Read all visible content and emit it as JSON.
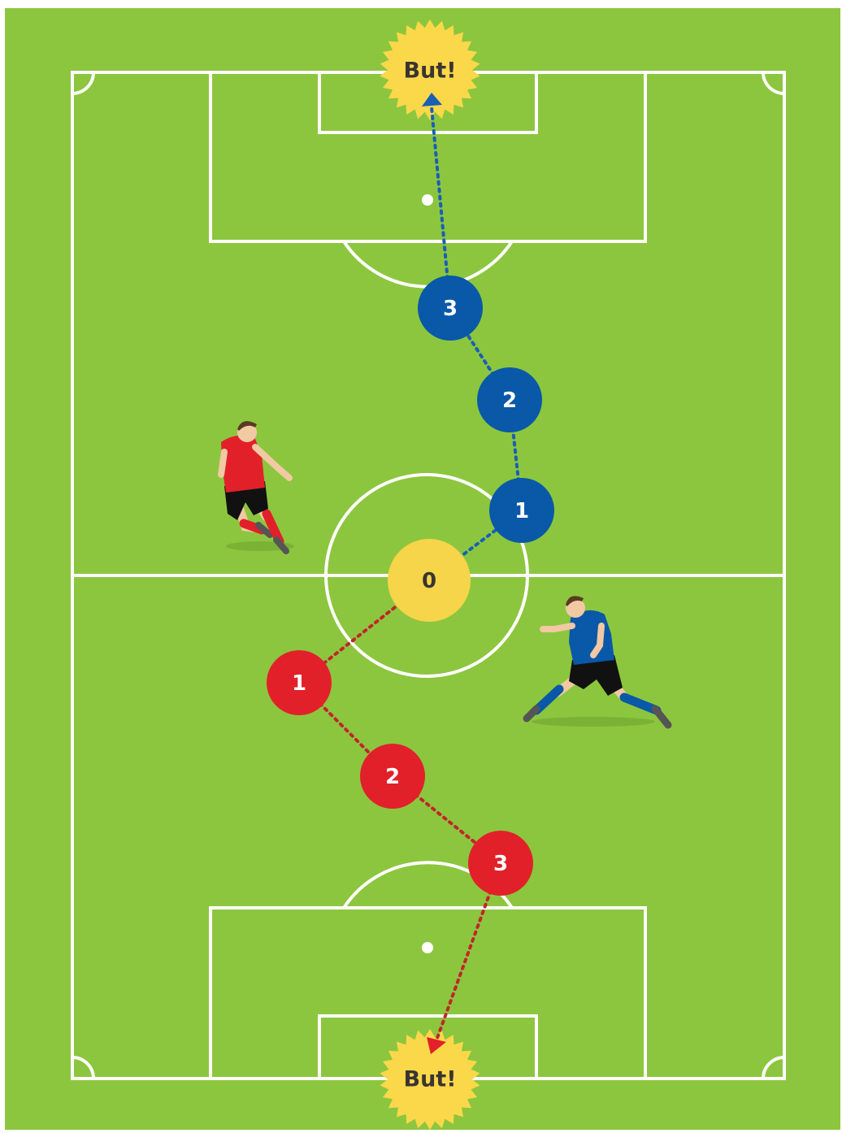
{
  "goal_top": {
    "label": "But!"
  },
  "goal_bottom": {
    "label": "But!"
  },
  "center_node": {
    "label": "0"
  },
  "blue_path": {
    "nodes": [
      {
        "label": "1"
      },
      {
        "label": "2"
      },
      {
        "label": "3"
      }
    ]
  },
  "red_path": {
    "nodes": [
      {
        "label": "1"
      },
      {
        "label": "2"
      },
      {
        "label": "3"
      }
    ]
  },
  "colors": {
    "grass": "#8cc63e",
    "lines": "#ffffff",
    "blue_team": "#0a58a8",
    "red_team": "#e2202a",
    "center_ball": "#f6d54a",
    "goal_burst": "#fbd84a",
    "blue_path": "#1a5fb4",
    "red_path": "#c0262b",
    "label_dark": "#3a3530",
    "label_light": "#ffffff"
  },
  "icons": {
    "player_red": "soccer-player-red-kit",
    "player_blue": "soccer-player-blue-kit"
  }
}
